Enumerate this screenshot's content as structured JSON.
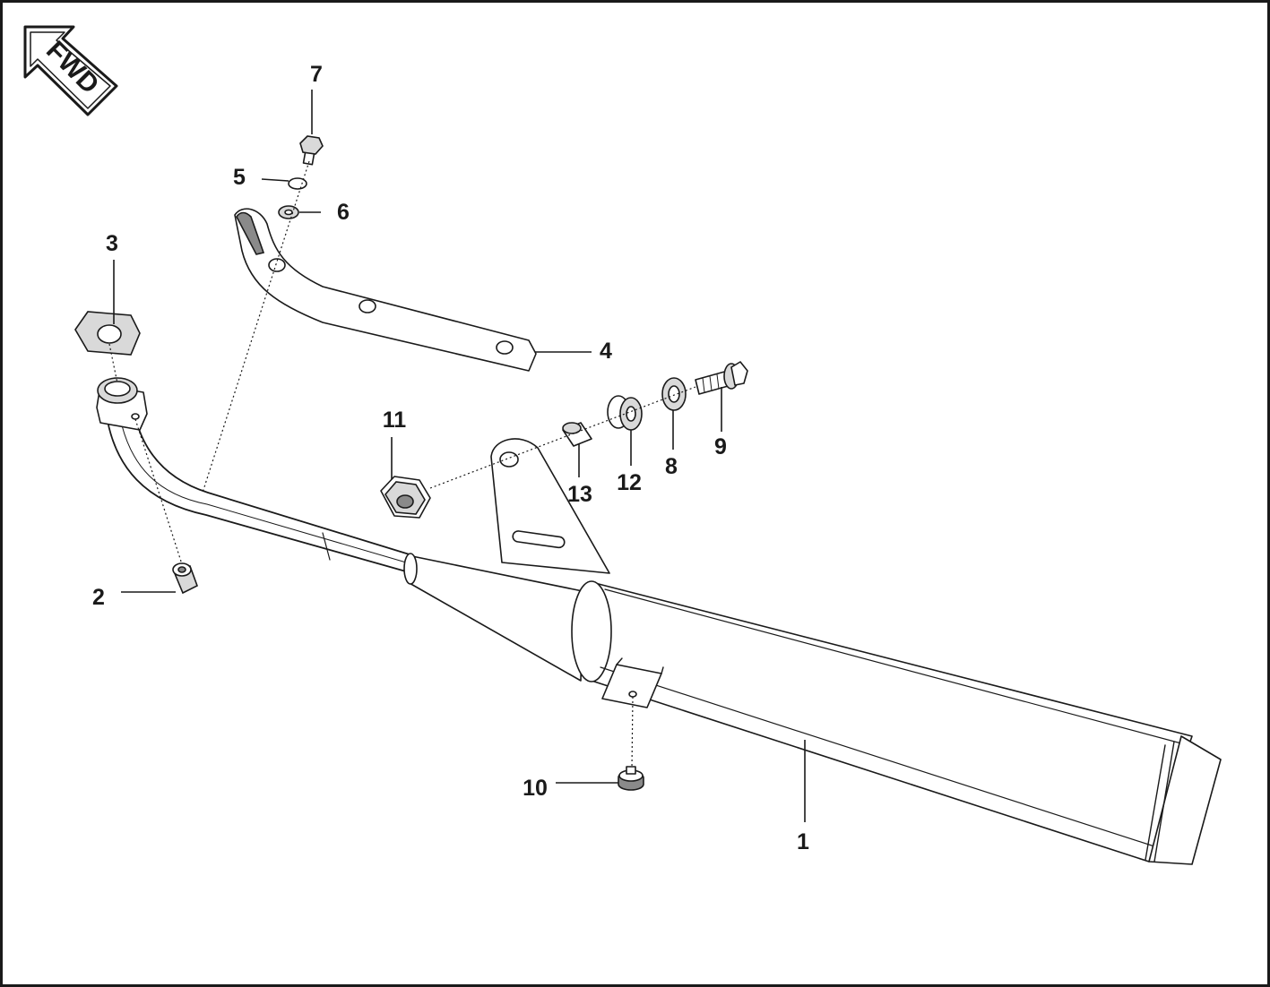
{
  "fwd_label": "FWD",
  "callouts": [
    {
      "id": "1",
      "label": "1"
    },
    {
      "id": "2",
      "label": "2"
    },
    {
      "id": "3",
      "label": "3"
    },
    {
      "id": "4",
      "label": "4"
    },
    {
      "id": "5",
      "label": "5"
    },
    {
      "id": "6",
      "label": "6"
    },
    {
      "id": "7",
      "label": "7"
    },
    {
      "id": "8",
      "label": "8"
    },
    {
      "id": "9",
      "label": "9"
    },
    {
      "id": "10",
      "label": "10"
    },
    {
      "id": "11",
      "label": "11"
    },
    {
      "id": "12",
      "label": "12"
    },
    {
      "id": "13",
      "label": "13"
    }
  ],
  "colors": {
    "ink": "#1a1a1a",
    "fill": "#ffffff",
    "shade": "#d9d9d9",
    "dark": "#8a8a8a"
  }
}
